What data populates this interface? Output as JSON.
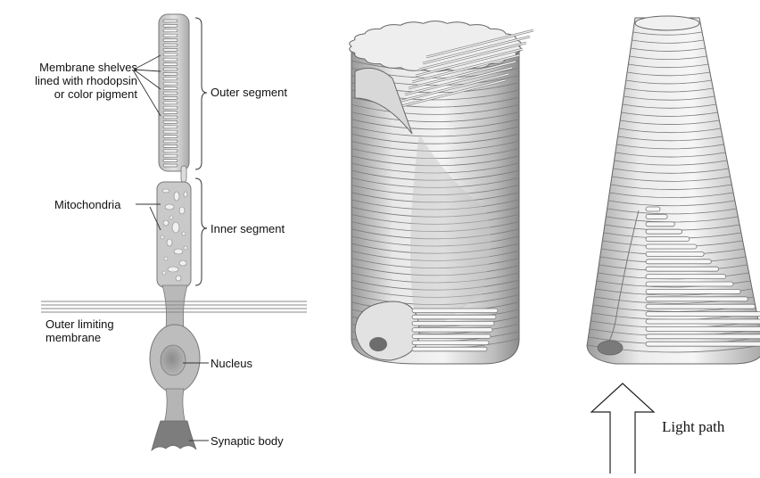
{
  "rod_cell": {
    "labels": {
      "membrane_shelves": [
        "Membrane shelves",
        "lined with rhodopsin",
        "or color pigment"
      ],
      "outer_segment": "Outer segment",
      "mitochondria": "Mitochondria",
      "inner_segment": "Inner segment",
      "outer_limiting_membrane": [
        "Outer limiting",
        "membrane"
      ],
      "nucleus": "Nucleus",
      "synaptic_body": "Synaptic body"
    }
  },
  "cone_diagram": {
    "light_path_label": "Light path"
  },
  "colors": {
    "stroke": "#666666",
    "fill_light": "#e6e6e6",
    "fill_mid": "#c8c8c8",
    "fill_dark": "#8a8a8a",
    "text": "#111111"
  }
}
